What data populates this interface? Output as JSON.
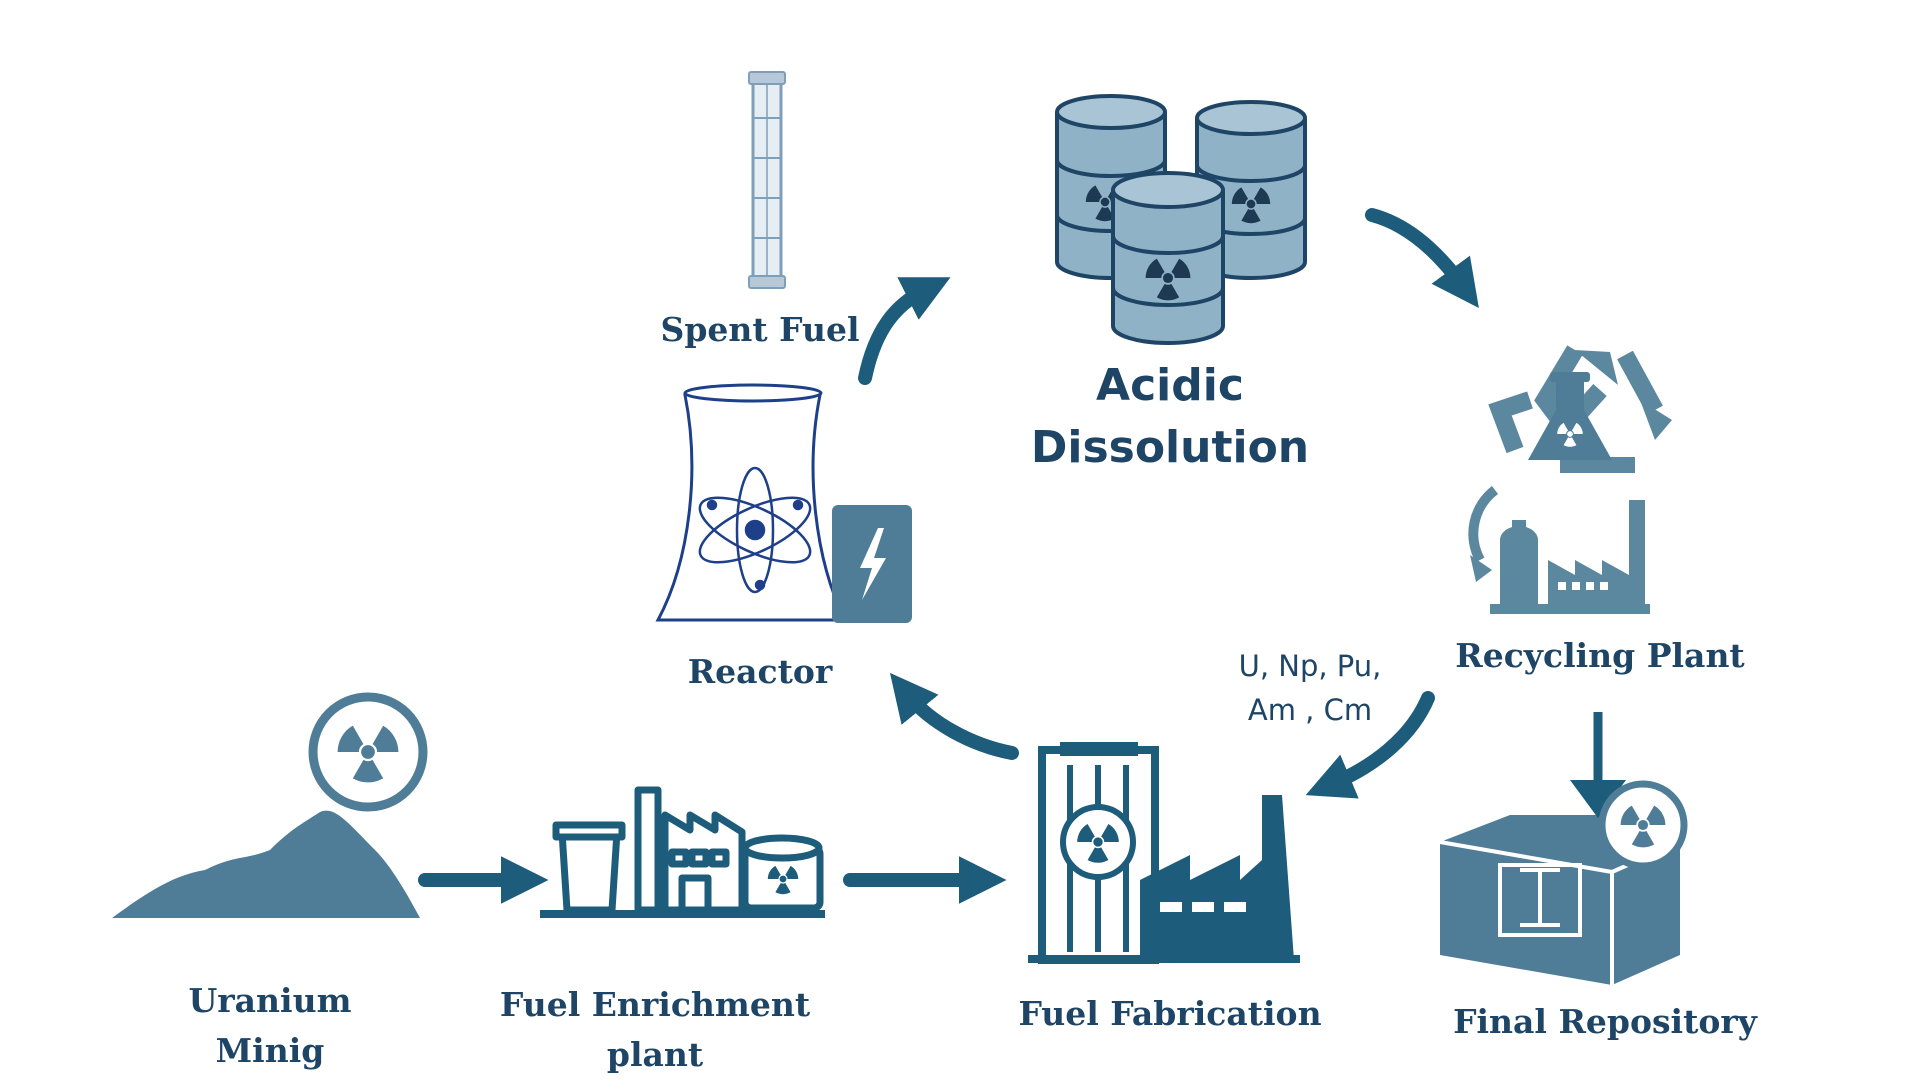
{
  "labels": {
    "spent_fuel": "Spent Fuel",
    "acidic_dissolution_line1": "Acidic",
    "acidic_dissolution_line2": "Dissolution",
    "reactor": "Reactor",
    "recycling_plant": "Recycling Plant",
    "elements_line1": "U, Np, Pu,",
    "elements_line2": "Am , Cm",
    "uranium_mining_line1": "Uranium",
    "uranium_mining_line2": "Minig",
    "fuel_enrichment_line1": "Fuel Enrichment",
    "fuel_enrichment_line2": "plant",
    "fuel_fabrication": "Fuel Fabrication",
    "final_repository": "Final Repository"
  },
  "colors": {
    "primary": "#1d5c7a",
    "icon_fill": "#4f7d97",
    "light_fill": "#8fb2c6",
    "text": "#1e4566",
    "reactor_line": "#1e3f8a"
  },
  "icons": [
    "fuel-rod-icon",
    "barrels-icon",
    "recycling-icon",
    "reactor-icon",
    "mountain-icon",
    "factory-icon",
    "fuel-fabrication-icon",
    "repository-icon",
    "radiation-icon"
  ]
}
